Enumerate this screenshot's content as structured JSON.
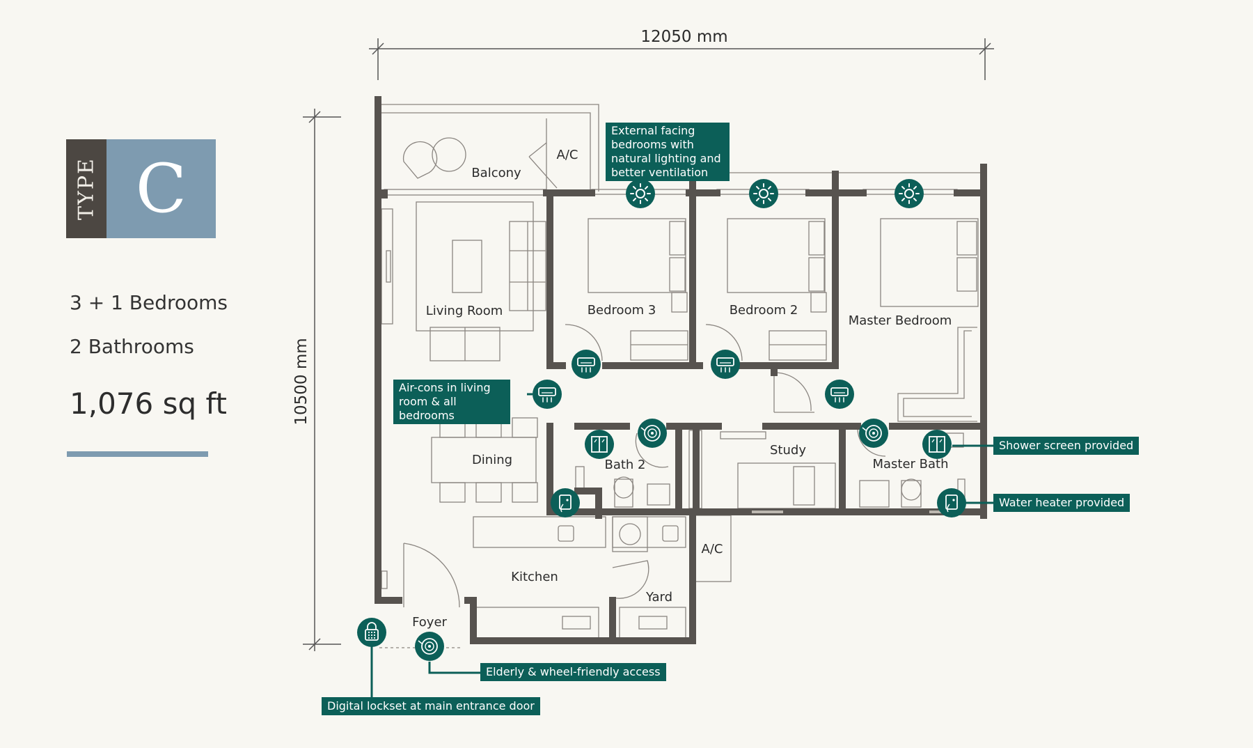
{
  "badge": {
    "type_word": "TYPE",
    "type_letter": "C"
  },
  "specs": {
    "bedrooms": "3 + 1 Bedrooms",
    "bathrooms": "2 Bathrooms",
    "area": "1,076 sq ft"
  },
  "dimensions": {
    "width": "12050 mm",
    "depth": "10500 mm"
  },
  "rooms": {
    "balcony": "Balcony",
    "ac_top": "A/C",
    "living_room": "Living Room",
    "bedroom_3": "Bedroom 3",
    "bedroom_2": "Bedroom 2",
    "master_bedroom": "Master Bedroom",
    "dining": "Dining",
    "bath_2": "Bath 2",
    "study": "Study",
    "master_bath": "Master Bath",
    "kitchen": "Kitchen",
    "ac_yard": "A/C",
    "yard": "Yard",
    "foyer": "Foyer"
  },
  "callouts": {
    "external_bedrooms": "External facing bedrooms with natural lighting and better ventilation",
    "aircons": "Air-cons in living room & all bedrooms",
    "shower_screen": "Shower screen provided",
    "water_heater": "Water heater provided",
    "elderly_access": "Elderly & wheel-friendly access",
    "digital_lockset": "Digital lockset at main entrance door"
  },
  "colors": {
    "background": "#f8f7f2",
    "wall": "#57534f",
    "accent_teal": "#0c5f58",
    "badge_blue": "#7e9bb0",
    "badge_dark": "#4c4742"
  },
  "icons": {
    "sun": "sun-icon",
    "aircon": "air-conditioner-icon",
    "shower_screen": "shower-screen-icon",
    "water_heater": "water-heater-icon",
    "wheelchair": "wheel-access-icon",
    "lock": "digital-lock-icon"
  }
}
